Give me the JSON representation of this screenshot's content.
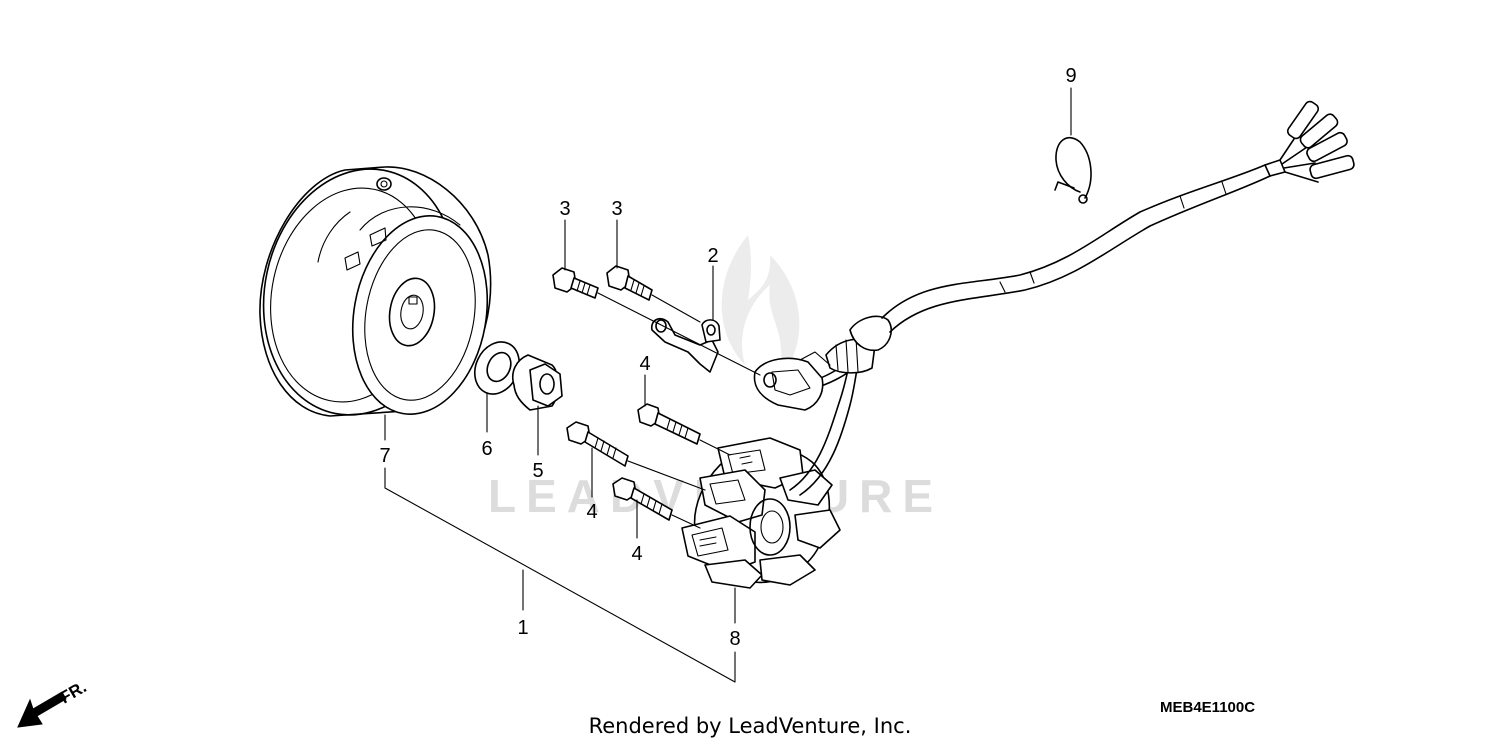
{
  "diagram": {
    "callouts": {
      "c1": "1",
      "c2": "2",
      "c3a": "3",
      "c3b": "3",
      "c4a": "4",
      "c4b": "4",
      "c4c": "4",
      "c5": "5",
      "c6": "6",
      "c7": "7",
      "c8": "8",
      "c9": "9"
    },
    "diagram_code": "MEB4E1100C",
    "direction_label": "FR.",
    "watermark_text": "LEADVENTURE",
    "footer_text": "Rendered by LeadVenture, Inc."
  }
}
